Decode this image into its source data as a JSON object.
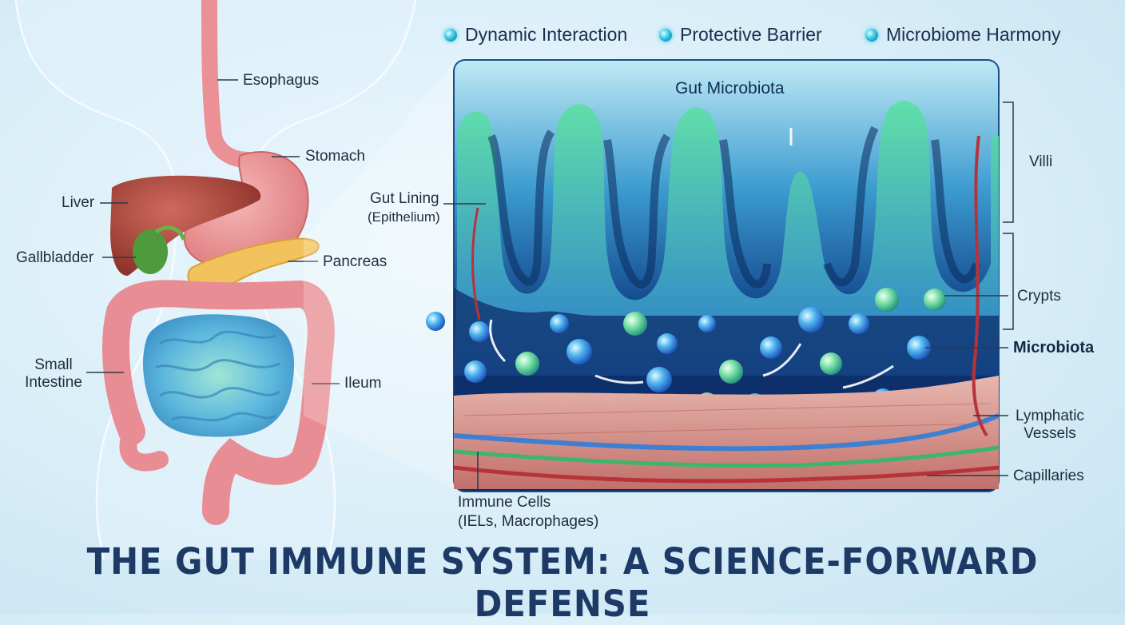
{
  "title": "THE GUT IMMUNE SYSTEM: A SCIENCE-FORWARD DEFENSE",
  "legend": [
    "Dynamic Interaction",
    "Protective Barrier",
    "Microbiome Harmony"
  ],
  "anatomy_labels": {
    "esophagus": "Esophagus",
    "stomach": "Stomach",
    "liver": "Liver",
    "gallbladder": "Gallbladder",
    "pancreas": "Pancreas",
    "small_intestine": "Small Intestine",
    "ileum": "Ileum"
  },
  "tissue_labels": {
    "gut_microbiota": "Gut Microbiota",
    "gut_lining": "Gut Lining",
    "epithelium": "(Epithelium)",
    "villi": "Villi",
    "crypts": "Crypts",
    "microbiota": "Microbiota",
    "lymphatic": "Lymphatic Vessels",
    "capillaries": "Capillaries",
    "immune_cells": "Immune Cells",
    "immune_detail": "(IELs, Macrophages)"
  },
  "colors": {
    "title": "#1d3a66",
    "organ_pink": "#ea8a8e",
    "liver": "#a6423a",
    "intestine_blue": "#5fb6de",
    "villi_green": "#3fd09b",
    "deep_navy": "#0a2a5c"
  }
}
